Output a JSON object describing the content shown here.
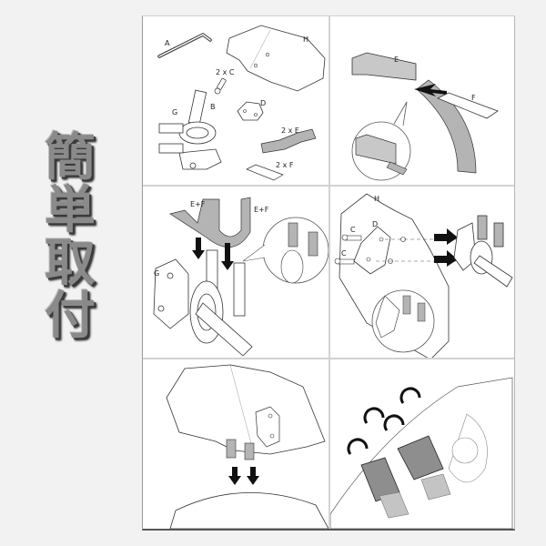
{
  "title": {
    "chars": [
      "簡",
      "単",
      "取",
      "付"
    ],
    "text": "簡単取付",
    "color": "#8a8a8a"
  },
  "colors": {
    "part_fill": "#b4b4b4",
    "line": "#333333",
    "arrow": "#111111",
    "background": "#f2f2f2",
    "panel": "#ffffff",
    "grid": "#d2d2d2"
  },
  "panels": [
    {
      "step": 1,
      "name": "parts-overview",
      "labels": {
        "a": "A",
        "b": "B",
        "c": "2 x C",
        "d": "D",
        "e": "2 x E",
        "f": "2 x F",
        "g": "G",
        "h": "H"
      }
    },
    {
      "step": 2,
      "name": "insert-f-into-e",
      "labels": {
        "e": "E",
        "f": "F"
      }
    },
    {
      "step": 3,
      "name": "slide-ef-onto-bracket",
      "labels": {
        "ef_left": "E+F",
        "ef_right": "E+F",
        "g": "G"
      }
    },
    {
      "step": 4,
      "name": "attach-plate-to-windscreen",
      "labels": {
        "h": "H",
        "d": "D",
        "c_top": "C",
        "c_bottom": "C"
      }
    },
    {
      "step": 5,
      "name": "fit-windscreen-onto-fairing",
      "labels": {}
    },
    {
      "step": 6,
      "name": "tighten-screws",
      "labels": {}
    }
  ]
}
